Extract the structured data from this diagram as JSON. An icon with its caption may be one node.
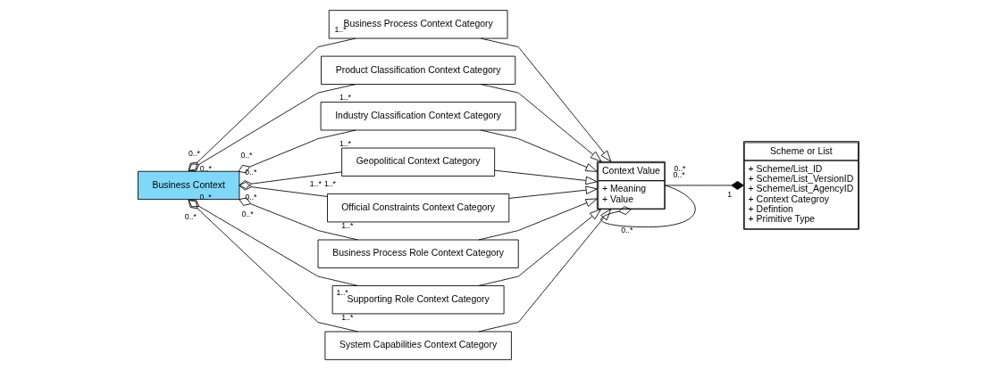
{
  "diagram": {
    "nodes": [
      {
        "text": [
          "Business Context"
        ]
      },
      {
        "text": [
          "Business Process Context Category"
        ]
      },
      {
        "text": [
          "Product Classification Context Category"
        ]
      },
      {
        "text": [
          "Industry Classification Context Category"
        ]
      },
      {
        "text": [
          "Geopolitical Context Category"
        ]
      },
      {
        "text": [
          "Official Constraints Context Category"
        ]
      },
      {
        "text": [
          "Business Process Role Context Category"
        ]
      },
      {
        "text": [
          "Supporting Role Context Category"
        ]
      },
      {
        "text": [
          "System Capabilities Context Category"
        ]
      },
      {
        "text": [
          "Context Value",
          "+ Meaning",
          "+ Value"
        ]
      },
      {
        "text": [
          "Scheme or List",
          "+ Scheme/List_ID",
          "+ Scheme/List_VersionID",
          "+ Scheme/List_AgencyID",
          "+ Context Categroy",
          "+ Defintion",
          "+ Primitive Type"
        ]
      }
    ],
    "edges": [
      {
        "from": 0,
        "to": 1,
        "arrow": "other"
      },
      {
        "from": 0,
        "to": 2,
        "arrow": "other"
      },
      {
        "from": 0,
        "to": 3,
        "arrow": "other"
      },
      {
        "from": 0,
        "to": 4,
        "arrow": "other"
      },
      {
        "from": 0,
        "to": 5,
        "arrow": "other"
      },
      {
        "from": 0,
        "to": 6,
        "arrow": "other"
      },
      {
        "from": 0,
        "to": 7,
        "arrow": "other"
      },
      {
        "from": 0,
        "to": 8,
        "arrow": "other"
      },
      {
        "from": 1,
        "to": 9,
        "arrow": "to"
      },
      {
        "from": 2,
        "to": 9,
        "arrow": "to"
      },
      {
        "from": 3,
        "to": 9,
        "arrow": "to"
      },
      {
        "from": 4,
        "to": 9,
        "arrow": "to"
      },
      {
        "from": 5,
        "to": 9,
        "arrow": "to"
      },
      {
        "from": 6,
        "to": 9,
        "arrow": "to"
      },
      {
        "from": 7,
        "to": 9,
        "arrow": "to"
      },
      {
        "from": 8,
        "to": 9,
        "arrow": "to"
      },
      {
        "from": 10,
        "to": 9,
        "arrow": "other"
      },
      {
        "from": 9,
        "to": 9,
        "arrow": "other"
      }
    ],
    "labels": [
      "0..*",
      "1..*",
      "0..*",
      "1..*",
      "0..*",
      "1..*",
      "0..*",
      "1..*",
      "0..*",
      "1..*",
      "0..*",
      "1..*",
      "0..*",
      "1..*",
      "0..*",
      "1..*",
      "1",
      "0..*",
      "0..*",
      "0..*"
    ]
  }
}
